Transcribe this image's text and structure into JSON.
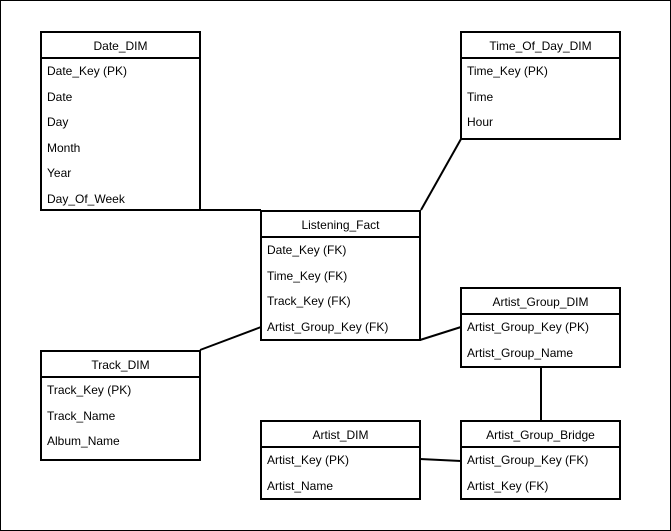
{
  "entities": {
    "date_dim": {
      "title": "Date_DIM",
      "attributes": [
        "Date_Key (PK)",
        "Date",
        "Day",
        "Month",
        "Year",
        "Day_Of_Week"
      ]
    },
    "time_of_day_dim": {
      "title": "Time_Of_Day_DIM",
      "attributes": [
        "Time_Key (PK)",
        "Time",
        "Hour"
      ]
    },
    "listening_fact": {
      "title": "Listening_Fact",
      "attributes": [
        "Date_Key (FK)",
        "Time_Key (FK)",
        "Track_Key (FK)",
        "Artist_Group_Key (FK)"
      ]
    },
    "artist_group_dim": {
      "title": "Artist_Group_DIM",
      "attributes": [
        "Artist_Group_Key (PK)",
        "Artist_Group_Name"
      ]
    },
    "track_dim": {
      "title": "Track_DIM",
      "attributes": [
        "Track_Key (PK)",
        "Track_Name",
        "Album_Name"
      ]
    },
    "artist_dim": {
      "title": "Artist_DIM",
      "attributes": [
        "Artist_Key (PK)",
        "Artist_Name"
      ]
    },
    "artist_group_bridge": {
      "title": "Artist_Group_Bridge",
      "attributes": [
        "Artist_Group_Key (FK)",
        "Artist_Key (FK)"
      ]
    }
  },
  "relationships": [
    {
      "from": "Date_DIM",
      "to": "Listening_Fact"
    },
    {
      "from": "Time_Of_Day_DIM",
      "to": "Listening_Fact"
    },
    {
      "from": "Track_DIM",
      "to": "Listening_Fact"
    },
    {
      "from": "Artist_Group_DIM",
      "to": "Listening_Fact"
    },
    {
      "from": "Artist_Group_DIM",
      "to": "Artist_Group_Bridge"
    },
    {
      "from": "Artist_DIM",
      "to": "Artist_Group_Bridge"
    }
  ]
}
